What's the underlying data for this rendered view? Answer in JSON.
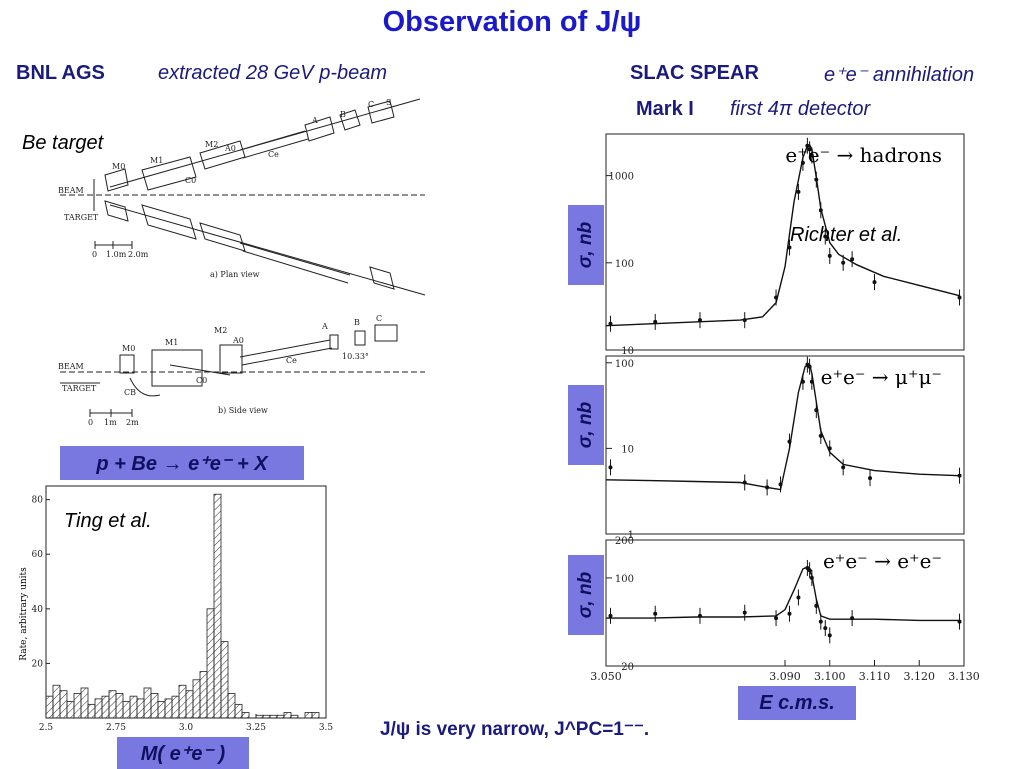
{
  "title": "Observation of J/ψ",
  "left": {
    "lab": "BNL AGS",
    "beam": "extracted 28 GeV p-beam",
    "target_note": "Be target",
    "schematic": {
      "labels_plan": [
        "BEAM",
        "TARGET",
        "M0",
        "M1",
        "M2",
        "C0",
        "A0",
        "A",
        "B",
        "C",
        "S",
        "Ce"
      ],
      "labels_side": [
        "BEAM",
        "TARGET",
        "M0",
        "M1",
        "M2",
        "C0",
        "CB",
        "A0",
        "A",
        "B",
        "C",
        "Ce"
      ],
      "scale_plan": [
        "0",
        "1.0m",
        "2.0m"
      ],
      "scale_side": [
        "0",
        "1m",
        "2m"
      ],
      "caption_plan": "a) Plan view",
      "caption_side": "b) Side view",
      "angle": "10.33°"
    },
    "reaction": "p + Be → e⁺e⁻ + X",
    "authors": "Ting et al.",
    "xlabel_box": "M( e⁺e⁻ )"
  },
  "right": {
    "lab": "SLAC SPEAR",
    "process": "e⁺e⁻ annihilation",
    "detector": "Mark I",
    "detector_note": "first 4π detector",
    "authors": "Richter et al.",
    "ylabel": "σ, nb",
    "xlabel_box": "E c.m.s."
  },
  "conclusion": "J/ψ is very narrow, J^PC=1⁻⁻.",
  "chart_data": [
    {
      "type": "bar",
      "title": "",
      "xlabel": "",
      "ylabel": "Rate, arbitrary units",
      "x_ticks": [
        "2.5",
        "2.75",
        "3.0",
        "3.25",
        "3.5"
      ],
      "y_ticks": [
        "20",
        "40",
        "60",
        "80"
      ],
      "xlim": [
        2.5,
        3.5
      ],
      "ylim": [
        0,
        85
      ],
      "bins_x": [
        2.5,
        2.525,
        2.55,
        2.575,
        2.6,
        2.625,
        2.65,
        2.675,
        2.7,
        2.725,
        2.75,
        2.775,
        2.8,
        2.825,
        2.85,
        2.875,
        2.9,
        2.925,
        2.95,
        2.975,
        3.0,
        3.025,
        3.05,
        3.075,
        3.1,
        3.125,
        3.15,
        3.175,
        3.2,
        3.225,
        3.25,
        3.275,
        3.3,
        3.325,
        3.35,
        3.375,
        3.4,
        3.425,
        3.45,
        3.475
      ],
      "values": [
        8,
        12,
        10,
        6,
        9,
        11,
        5,
        7,
        8,
        10,
        9,
        6,
        8,
        7,
        11,
        9,
        6,
        7,
        8,
        12,
        10,
        14,
        17,
        40,
        82,
        28,
        9,
        5,
        2,
        0,
        1,
        1,
        1,
        1,
        2,
        1,
        0,
        2,
        2,
        0
      ]
    },
    {
      "type": "scatter",
      "title": "e⁺e⁻ → hadrons",
      "ylabel": "σ, nb",
      "ylim": [
        10,
        3000
      ],
      "log_y": true,
      "y_ticks": [
        "10",
        "100",
        "1000"
      ],
      "x": [
        3.051,
        3.061,
        3.071,
        3.081,
        3.088,
        3.091,
        3.093,
        3.094,
        3.095,
        3.0955,
        3.096,
        3.097,
        3.098,
        3.099,
        3.1,
        3.103,
        3.105,
        3.11,
        3.129
      ],
      "values": [
        20,
        21,
        22,
        22,
        40,
        150,
        650,
        1400,
        2200,
        2000,
        1700,
        900,
        400,
        200,
        120,
        100,
        110,
        60,
        40
      ],
      "fit_x": [
        3.05,
        3.06,
        3.07,
        3.08,
        3.085,
        3.088,
        3.09,
        3.092,
        3.094,
        3.095,
        3.0955,
        3.096,
        3.097,
        3.098,
        3.1,
        3.102,
        3.106,
        3.112,
        3.12,
        3.129
      ],
      "fit_y": [
        19,
        20,
        21,
        22,
        24,
        35,
        90,
        500,
        1600,
        2200,
        2250,
        2000,
        950,
        420,
        170,
        125,
        95,
        70,
        55,
        42
      ]
    },
    {
      "type": "scatter",
      "title": "e⁺e⁻ → μ⁺μ⁻",
      "ylabel": "σ, nb",
      "ylim": [
        1,
        120
      ],
      "log_y": true,
      "y_ticks": [
        "1",
        "10",
        "100"
      ],
      "x": [
        3.051,
        3.081,
        3.086,
        3.089,
        3.091,
        3.094,
        3.095,
        3.0955,
        3.096,
        3.097,
        3.098,
        3.1,
        3.103,
        3.109,
        3.129
      ],
      "values": [
        6,
        4,
        3.5,
        3.8,
        12,
        60,
        95,
        90,
        60,
        28,
        14,
        10,
        6,
        4.5,
        4.8
      ],
      "fit_x": [
        3.05,
        3.06,
        3.07,
        3.08,
        3.086,
        3.089,
        3.091,
        3.093,
        3.0945,
        3.0955,
        3.096,
        3.097,
        3.098,
        3.1,
        3.103,
        3.11,
        3.12,
        3.129
      ],
      "fit_y": [
        4.3,
        4.2,
        4.1,
        4.0,
        3.5,
        3.3,
        10,
        45,
        90,
        95,
        75,
        35,
        16,
        9,
        6.5,
        5.5,
        5.0,
        4.8
      ]
    },
    {
      "type": "scatter",
      "title": "e⁺e⁻ → e⁺e⁻",
      "ylabel": "σ, nb",
      "ylim": [
        20,
        200
      ],
      "log_y": true,
      "y_ticks": [
        "20",
        "100",
        "200"
      ],
      "x": [
        3.051,
        3.061,
        3.071,
        3.081,
        3.088,
        3.091,
        3.093,
        3.095,
        3.0955,
        3.096,
        3.097,
        3.098,
        3.099,
        3.1,
        3.105,
        3.129
      ],
      "values": [
        50,
        52,
        50,
        53,
        48,
        52,
        70,
        120,
        115,
        100,
        60,
        45,
        40,
        35,
        48,
        45
      ],
      "fit_x": [
        3.05,
        3.06,
        3.07,
        3.08,
        3.088,
        3.09,
        3.092,
        3.094,
        3.095,
        3.096,
        3.097,
        3.098,
        3.1,
        3.11,
        3.12,
        3.129
      ],
      "fit_y": [
        48,
        48,
        49,
        49,
        50,
        56,
        80,
        118,
        122,
        105,
        68,
        50,
        47,
        47,
        46,
        46
      ]
    }
  ],
  "spectrum_x_ticks": [
    "3.050",
    "3.090",
    "3.100",
    "3.110",
    "3.120",
    "3.130"
  ]
}
